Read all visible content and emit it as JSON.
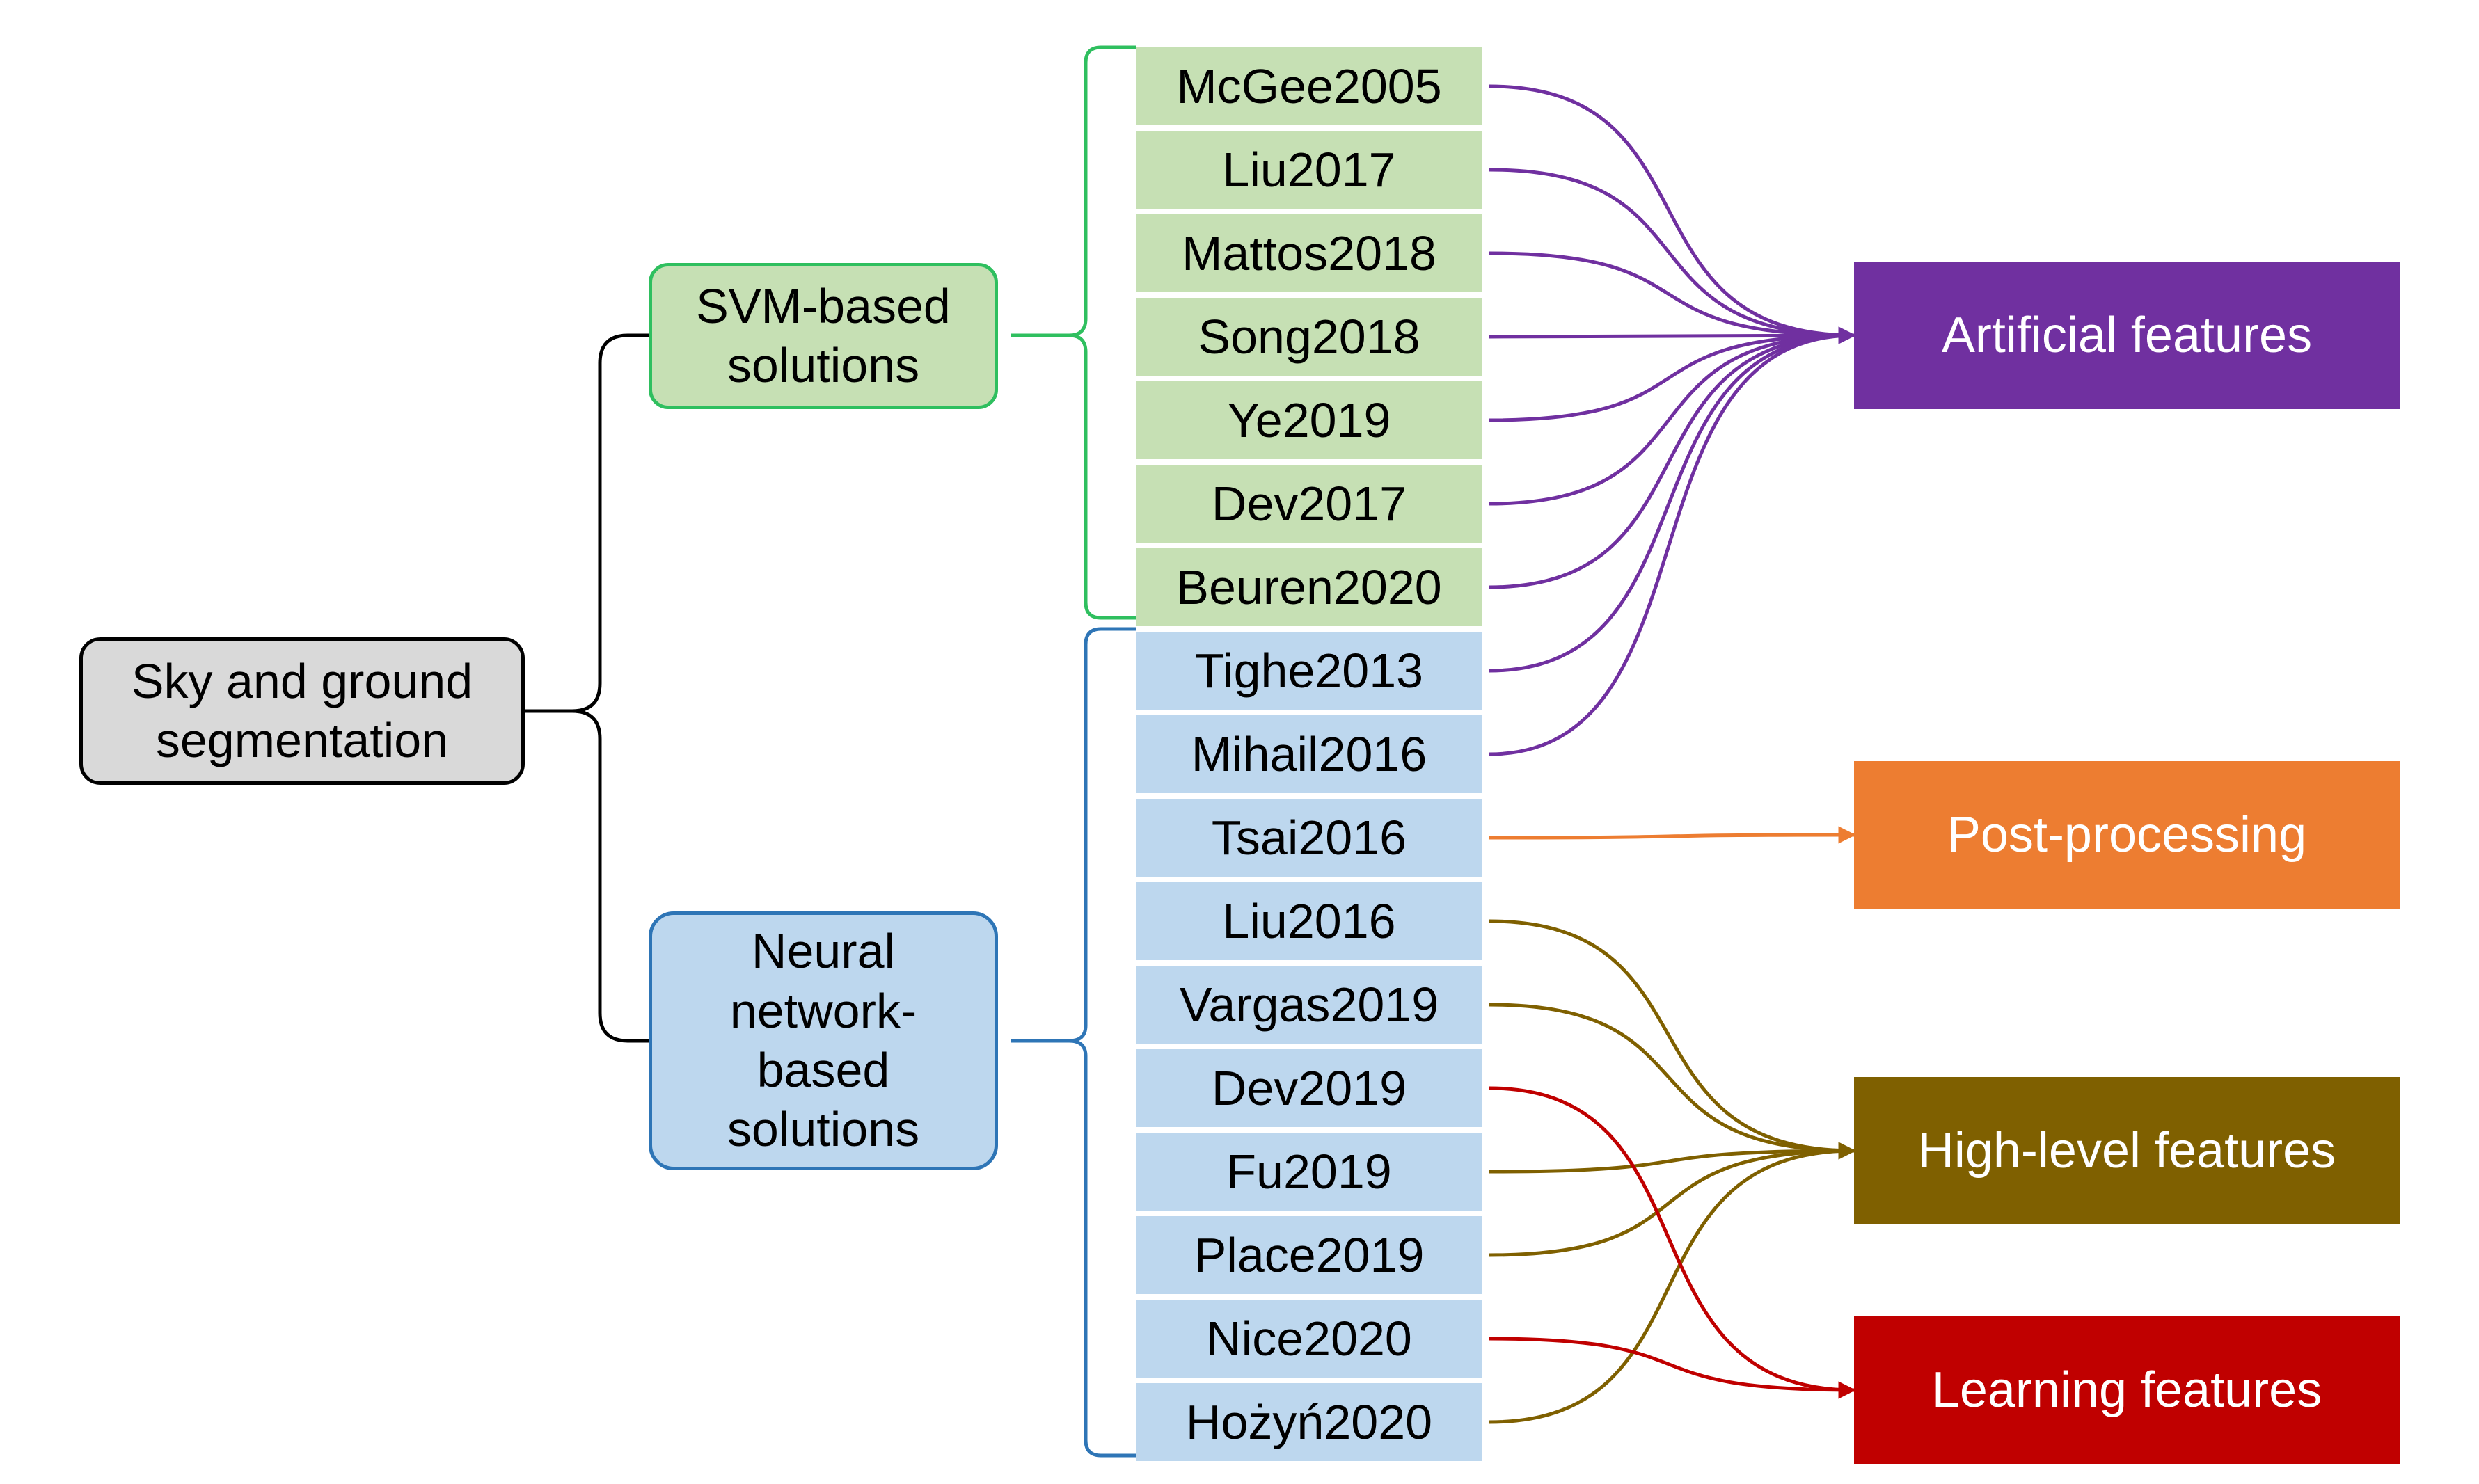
{
  "root": {
    "label": "Sky and ground segmentation"
  },
  "groups": {
    "svm": {
      "label": "SVM-based solutions"
    },
    "nn": {
      "label": "Neural network-based solutions"
    }
  },
  "papers": [
    "McGee2005",
    "Liu2017",
    "Mattos2018",
    "Song2018",
    "Ye2019",
    "Dev2017",
    "Beuren2020",
    "Tighe2013",
    "Mihail2016",
    "Tsai2016",
    "Liu2016",
    "Vargas2019",
    "Dev2019",
    "Fu2019",
    "Place2019",
    "Nice2020",
    "Hożyń2020"
  ],
  "features": {
    "artificial": {
      "label": "Artificial features",
      "color": "#7030a0"
    },
    "post": {
      "label": "Post-processing",
      "color": "#ed7d31"
    },
    "highlevel": {
      "label": "High-level features",
      "color": "#7f6000"
    },
    "learning": {
      "label": "Learning features",
      "color": "#c00000"
    }
  },
  "colors": {
    "svm_fill": "#c6e0b4",
    "svm_border": "#2fbf5f",
    "nn_fill": "#bdd7ee",
    "nn_border": "#2e75b6",
    "root_fill": "#d9d9d9"
  }
}
